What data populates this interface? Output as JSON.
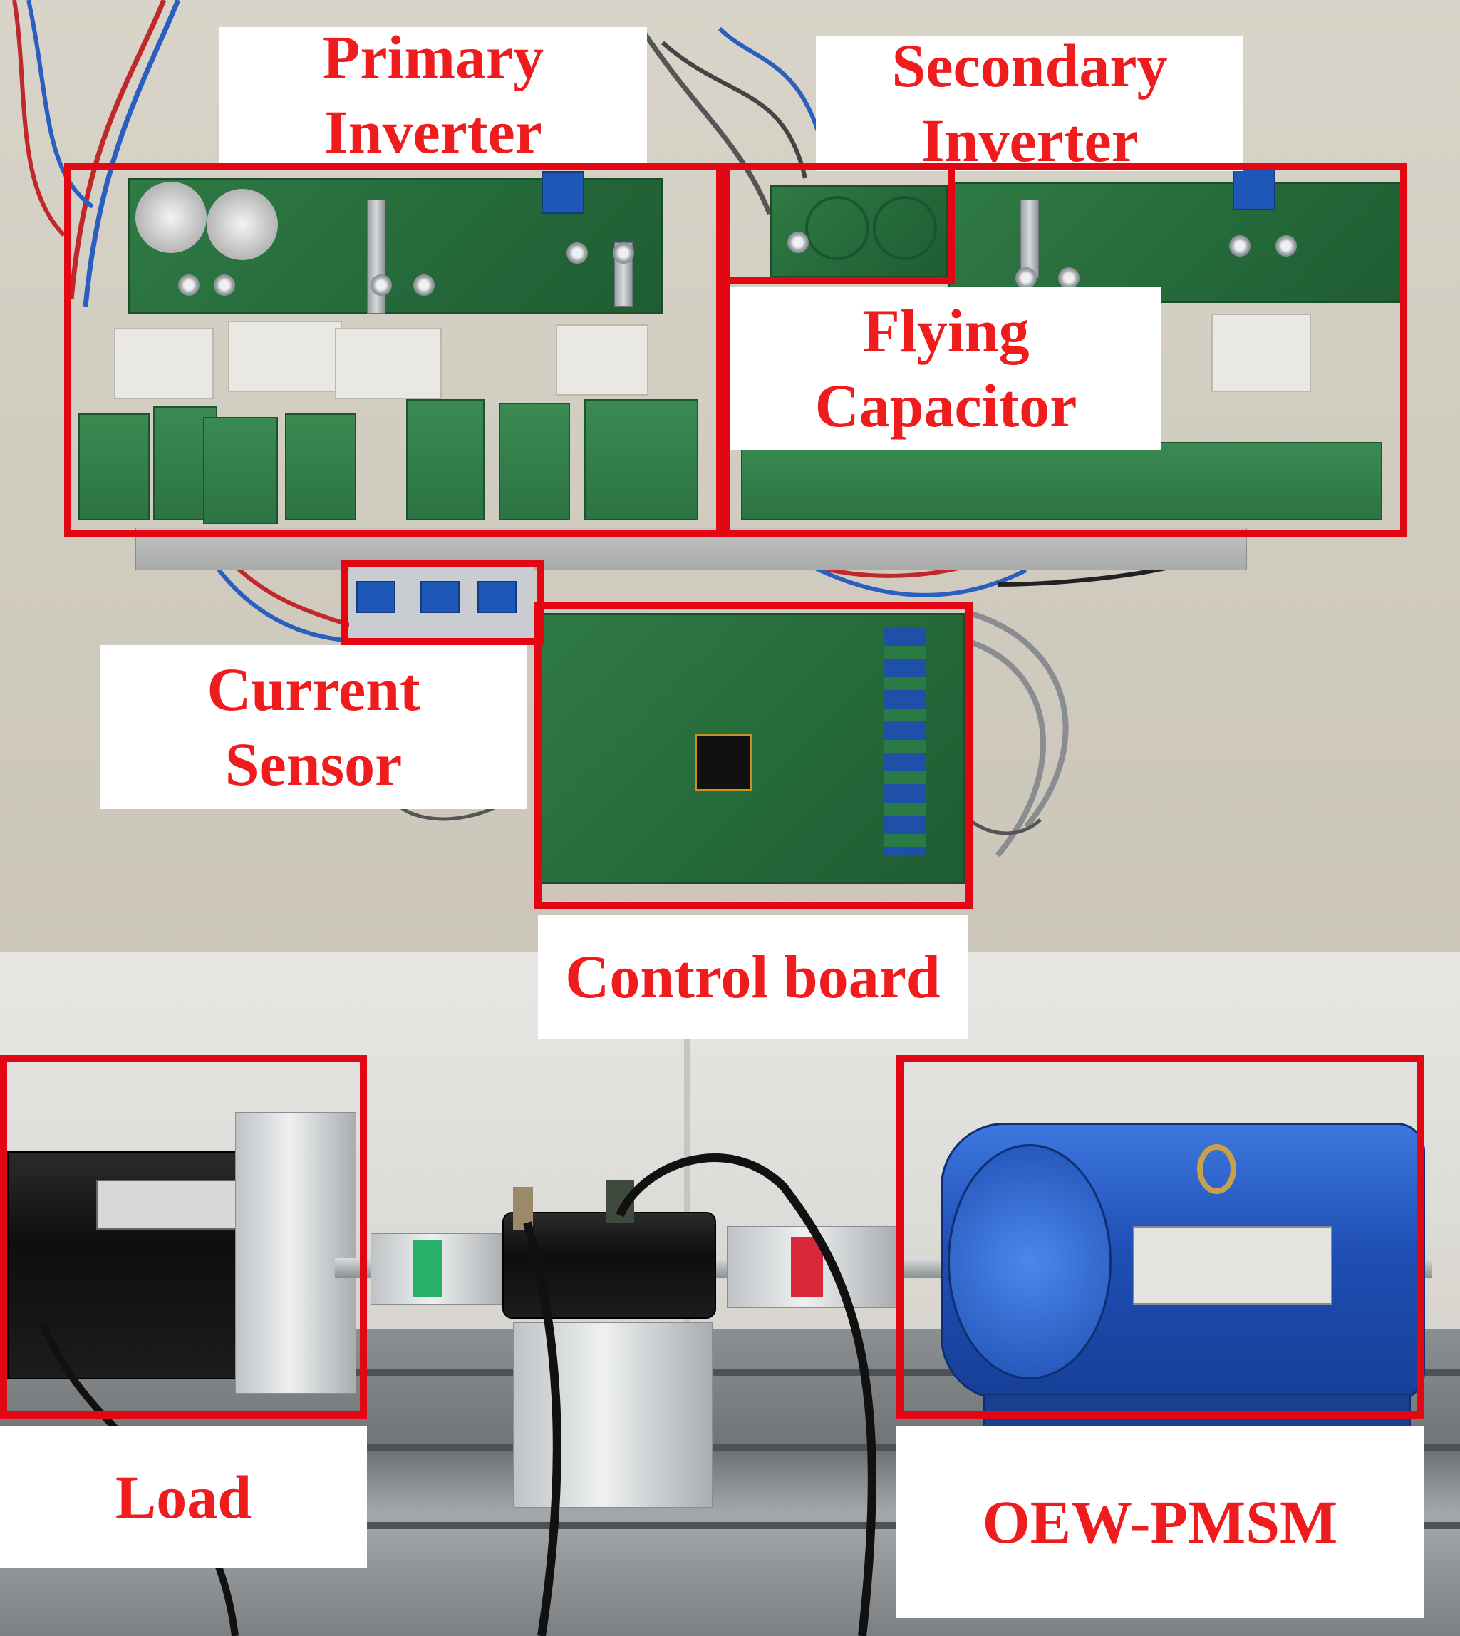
{
  "labels": {
    "primary_inverter": "Primary\nInverter",
    "secondary_inverter": "Secondary\nInverter",
    "flying_capacitor": "Flying\nCapacitor",
    "current_sensor": "Current\nSensor",
    "control_board": "Control board",
    "load": "Load",
    "oew_pmsm": "OEW-PMSM"
  },
  "colors": {
    "annotation_red": "#e30613",
    "label_text": "#ee1c1c",
    "label_background": "#ffffff"
  }
}
